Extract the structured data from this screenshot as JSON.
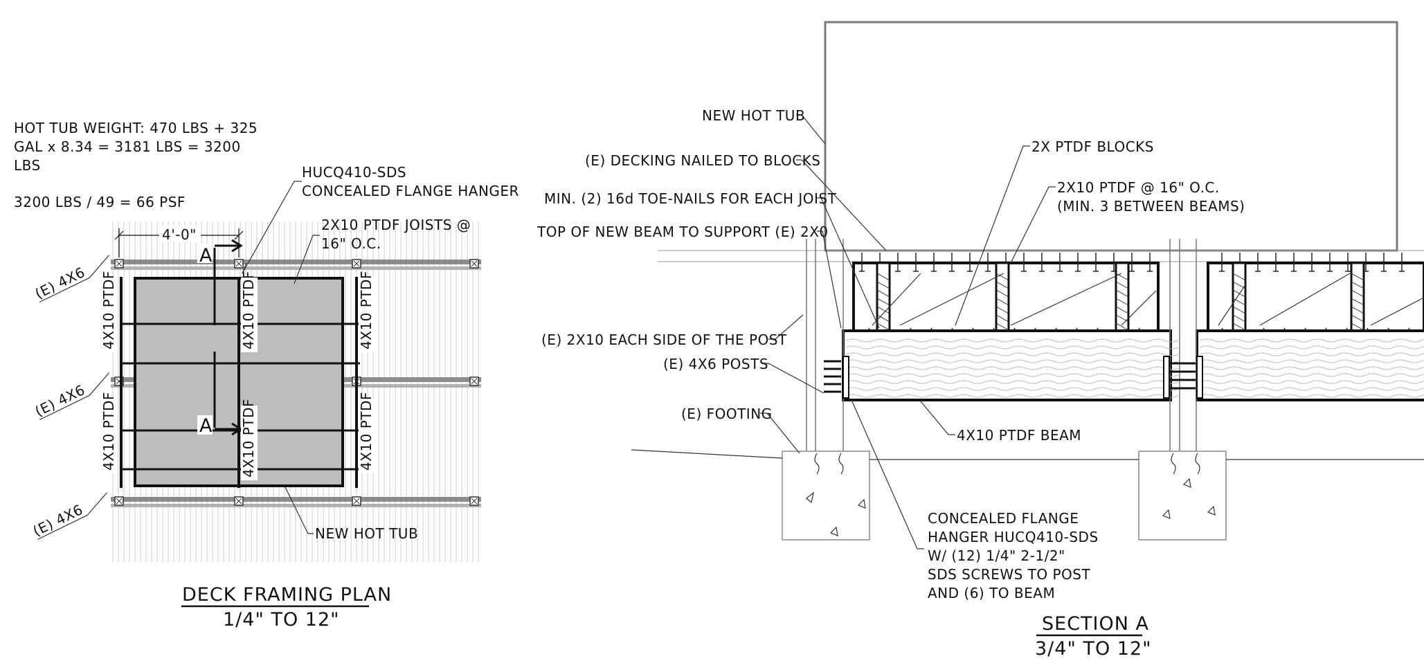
{
  "plan": {
    "weight_note": [
      "HOT TUB WEIGHT: 470 LBS + 325",
      "GAL x 8.34 = 3181 LBS = 3200",
      "LBS"
    ],
    "psf_note": "3200 LBS / 49 = 66 PSF",
    "hanger_label": [
      "HUCQ410-SDS",
      "CONCEALED FLANGE HANGER"
    ],
    "joists_label": [
      "2X10 PTDF JOISTS @",
      "16\" O.C."
    ],
    "dimension": "4'-0\"",
    "post_label": "(E) 4X6",
    "beam_label": "4X10 PTDF",
    "section_mark": "A",
    "hot_tub_label": "NEW HOT TUB",
    "title": "DECK FRAMING PLAN",
    "scale": "1/4\" TO 12\""
  },
  "section": {
    "labels": {
      "new_hot_tub": "NEW HOT TUB",
      "decking": "(E) DECKING NAILED TO BLOCKS",
      "toe_nails": "MIN. (2) 16d TOE-NAILS FOR EACH JOIST",
      "top_beam": "TOP OF NEW BEAM TO SUPPORT (E) 2X0",
      "each_side": "(E) 2X10 EACH SIDE OF THE POST",
      "posts": "(E) 4X6 POSTS",
      "footing": "(E) FOOTING",
      "blocks": "2X PTDF BLOCKS",
      "joists": [
        "2X10 PTDF @ 16\" O.C.",
        "(MIN. 3 BETWEEN BEAMS)"
      ],
      "beam": "4X10 PTDF BEAM",
      "hanger": [
        "CONCEALED FLANGE",
        "HANGER HUCQ410-SDS",
        "W/ (12) 1/4\" 2-1/2\"",
        "SDS SCREWS TO POST",
        "AND (6) TO BEAM"
      ]
    },
    "title": "SECTION A",
    "scale": "3/4\" TO 12\""
  }
}
